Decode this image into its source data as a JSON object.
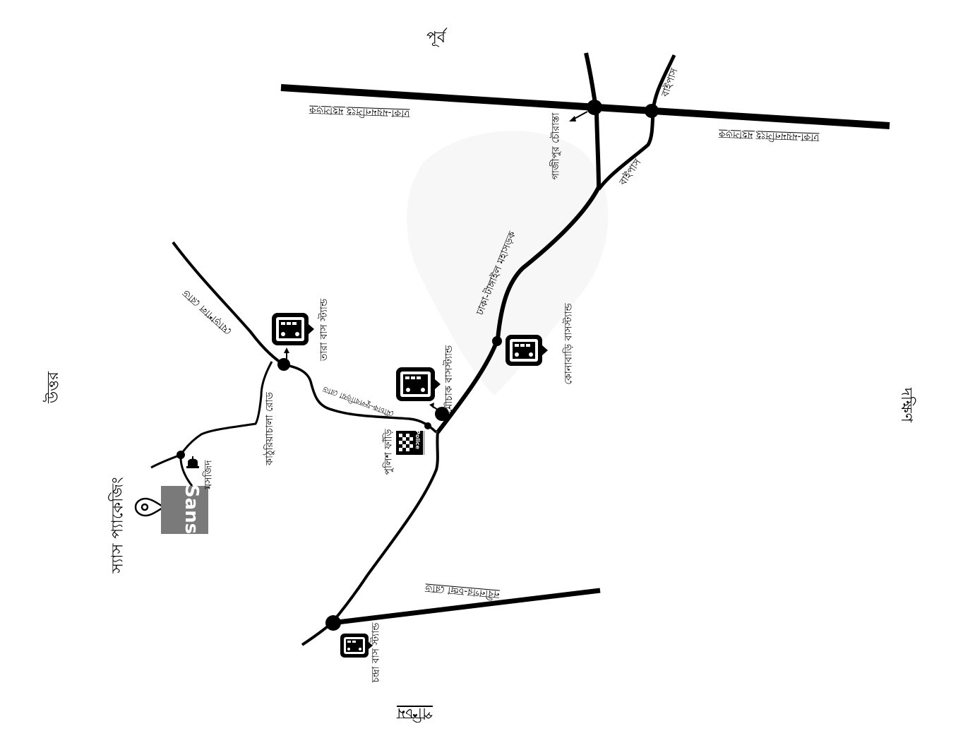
{
  "map": {
    "compass": {
      "east": "পূর্ব",
      "north": "উত্তর",
      "south": "দক্ষিণ",
      "west": "পশ্চিম"
    },
    "roads": {
      "dhaka_mymensingh_highway_left": "ঢাকা-ময়মনসিংহ মহাসড়ক",
      "dhaka_mymensingh_highway_right": "ঢাকা-ময়মনসিংহ মহাসড়ক",
      "dhaka_tangail_highway": "ঢাকা-টাঙ্গাইল মহাসড়ক",
      "bypass_top": "বাইপাস",
      "bypass_bottom": "বাইপাস",
      "ghorashal_road": "ঘোড়াশাল রোড",
      "mouchak_fulbaria_road": "মৌচাক-ফুলবাড়িয়া রোড",
      "kathuriachala_road": "কাঠুরিয়াচালা রোড",
      "nabinagar_chandra_road": "নবীনগর-চন্দ্রা রোড"
    },
    "places": {
      "gazipur_chowrasta": "গাজীপুর চৌরাস্তা",
      "tara_bus_stand": "তারা বাস স্ট্যান্ড",
      "mouchak_bus_stand": "মৌচাক বাসস্ট্যান্ড",
      "konabari_bus_stand": "কোনাবাড়ি বাসস্ট্যান্ড",
      "police_outpost": "পুলিশ ফাঁড়ি",
      "police_sign": "Police",
      "mosque": "মসজিদ",
      "sans_packaging": "স্যাস প্যাকেজিং",
      "sans_logo": "Sans",
      "chandra_bus_stand": "চন্দ্রা বাস স্ট্যান্ড"
    },
    "colors": {
      "road": "#000000",
      "logo_bg": "#7a7a7a",
      "background": "#ffffff"
    }
  }
}
